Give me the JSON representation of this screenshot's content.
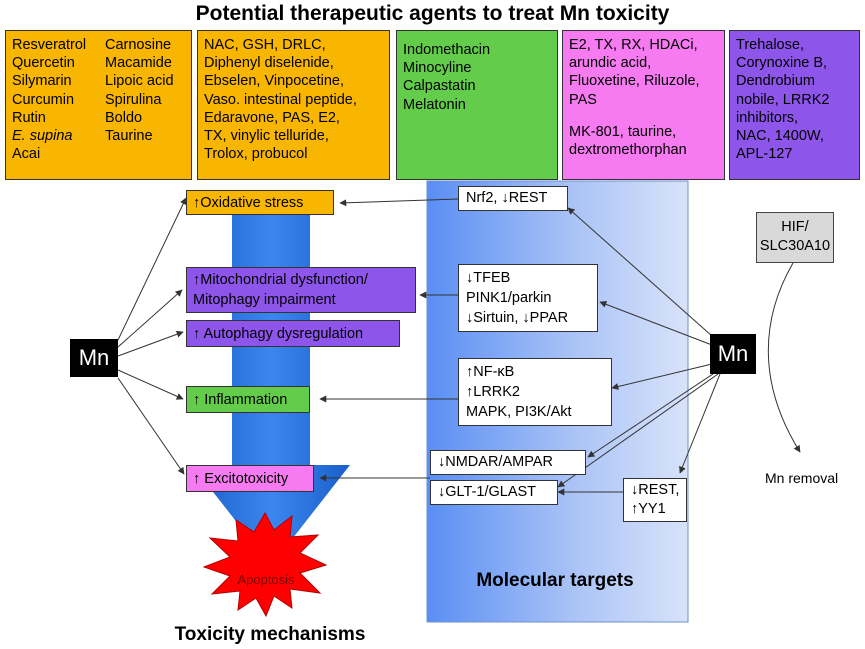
{
  "title": "Potential therapeutic agents to treat Mn toxicity",
  "agents": {
    "box1_col1": [
      "Resveratrol",
      "Quercetin",
      "Silymarin",
      "Curcumin",
      "Rutin",
      "E. supina",
      "Acai"
    ],
    "box1_col2": [
      "Carnosine",
      "Macamide",
      "Lipoic acid",
      "Spirulina",
      "Boldo",
      "Taurine"
    ],
    "box2": [
      "NAC, GSH, DRLC,",
      "Diphenyl diselenide,",
      "Ebselen, Vinpocetine,",
      "Vaso. intestinal peptide,",
      "Edaravone, PAS, E2,",
      "TX, vinylic telluride,",
      "Trolox, probucol"
    ],
    "box3": [
      "Indomethacin",
      "Minocyline",
      "Calpastatin",
      "Melatonin"
    ],
    "box4": [
      "E2, TX, RX, HDACi,",
      "arundic acid,",
      "Fluoxetine, Riluzole,",
      "PAS"
    ],
    "box4b": [
      "MK-801, taurine,",
      "dextromethorphan"
    ],
    "box5": [
      "Trehalose,",
      "Corynoxine B,",
      "Dendrobium",
      "nobile, LRRK2",
      "inhibitors,",
      "NAC, 1400W,",
      "APL-127"
    ]
  },
  "mechanisms": {
    "oxidative": "↑Oxidative stress",
    "mito1": "↑Mitochondrial dysfunction/",
    "mito2": "Mitophagy impairment",
    "autophagy": "↑ Autophagy dysregulation",
    "inflammation": "↑ Inflammation",
    "excitotoxicity": "↑ Excitotoxicity",
    "apoptosis": "Apoptosis",
    "label": "Toxicity mechanisms"
  },
  "targets": {
    "nrf2": "Nrf2, ↓REST",
    "tfeb": [
      "↓TFEB",
      "PINK1/parkin",
      "↓Sirtuin, ↓PPAR"
    ],
    "nfkb": [
      "↑NF-κB",
      "↑LRRK2",
      "MAPK, PI3K/Akt"
    ],
    "nmdar": "↓NMDAR/AMPAR",
    "glt": "↓GLT-1/GLAST",
    "rest": [
      "↓REST,",
      "↑YY1"
    ],
    "label": "Molecular targets"
  },
  "mn_left": "Mn",
  "mn_right": "Mn",
  "hif": [
    "HIF/",
    "SLC30A10"
  ],
  "mn_removal": "Mn removal",
  "colors": {
    "orange": "#F9B600",
    "green": "#63CC4A",
    "pink": "#F67AF0",
    "purple": "#8E55EA",
    "blue_arrow": "#1C6EE0",
    "red_burst": "#FF0000",
    "hif_gray": "#D9D9D9"
  }
}
